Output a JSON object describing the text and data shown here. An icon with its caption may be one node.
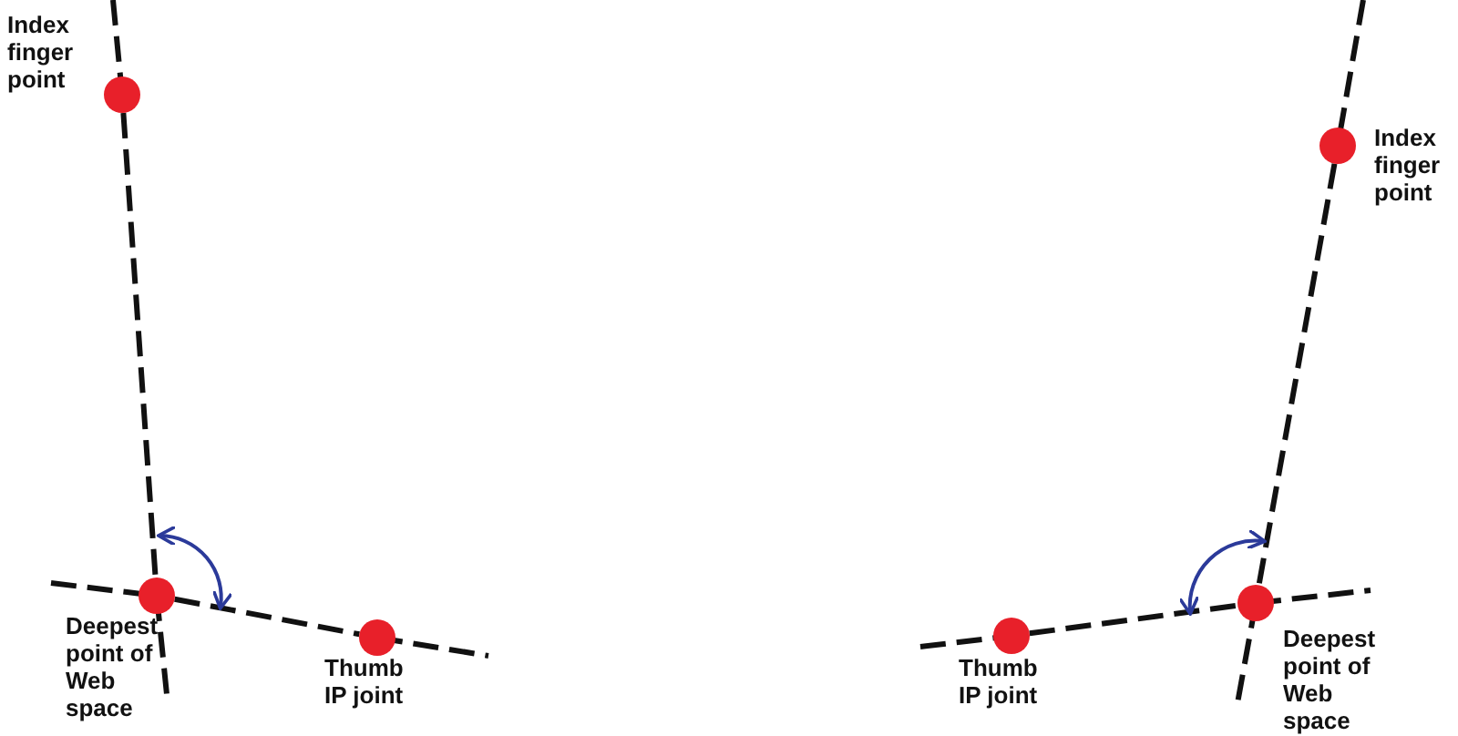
{
  "diagram": {
    "nodes": [
      {
        "text": [],
        "shape": "circle",
        "beside": [
          "Index finger point"
        ]
      },
      {
        "text": [],
        "shape": "circle",
        "beside": [
          "Deepest point of Web space"
        ]
      },
      {
        "text": [],
        "shape": "circle",
        "beside": [
          "Thumb IP joint"
        ]
      },
      {
        "text": [],
        "shape": "circle",
        "beside": [
          "Index finger point"
        ]
      },
      {
        "text": [],
        "shape": "circle",
        "beside": [
          "Thumb IP joint"
        ]
      },
      {
        "text": [],
        "shape": "circle",
        "beside": [
          "Deepest point of Web space"
        ]
      }
    ],
    "edges": [
      {
        "from": 0,
        "to": 1,
        "arrow": "none",
        "style": "dashed"
      },
      {
        "from": 1,
        "to": 2,
        "arrow": "none",
        "style": "dashed"
      },
      {
        "from": 3,
        "to": 5,
        "arrow": "none",
        "style": "dashed"
      },
      {
        "from": 4,
        "to": 5,
        "arrow": "none",
        "style": "dashed"
      }
    ]
  }
}
